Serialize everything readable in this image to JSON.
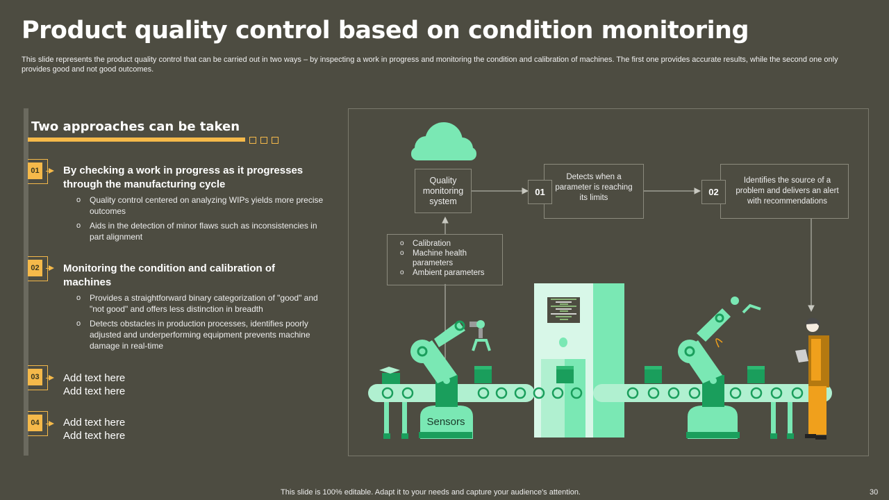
{
  "slide": {
    "title": "Product quality control based on condition monitoring",
    "subtitle": "This slide represents the product quality control that can be carried out in two ways – by inspecting a work in progress and monitoring the condition and calibration of machines. The first one provides accurate results, while the second one only provides good and not good outcomes.",
    "footer": "This slide is 100% editable. Adapt it to your needs and capture your audience's attention.",
    "page_number": "30"
  },
  "left": {
    "section_title": "Two approaches can be taken",
    "items": [
      {
        "number": "01",
        "heading": "By checking a work in progress as it progresses through the manufacturing cycle",
        "bullets": [
          "Quality control centered on analyzing WIPs yields more precise outcomes",
          "Aids in the detection of minor flaws such as inconsistencies in part alignment"
        ]
      },
      {
        "number": "02",
        "heading": "Monitoring the condition and calibration of machines",
        "bullets": [
          "Provides a straightforward binary categorization of \"good\" and \"not good\" and offers less distinction in breadth",
          "Detects obstacles in production processes, identifies poorly adjusted and underperforming equipment prevents machine damage in real-time"
        ]
      },
      {
        "number": "03",
        "lines": [
          "Add text here",
          "Add text here"
        ]
      },
      {
        "number": "04",
        "lines": [
          "Add text here",
          "Add text here"
        ]
      }
    ]
  },
  "diagram": {
    "system_box": "Quality monitoring system",
    "step1": {
      "number": "01",
      "text": "Detects when a parameter is reaching its limits"
    },
    "step2": {
      "number": "02",
      "text": "Identifies the source of a problem and delivers an alert with recommendations"
    },
    "parameters": [
      "Calibration",
      "Machine health parameters",
      "Ambient parameters"
    ],
    "sensors_label": "Sensors",
    "colors": {
      "accent": "#f5b94a",
      "green_light": "#7ae8b4",
      "green_dark": "#1a9e5c",
      "green_pale": "#d8f7e8",
      "worker_orange": "#f0a01c"
    }
  }
}
